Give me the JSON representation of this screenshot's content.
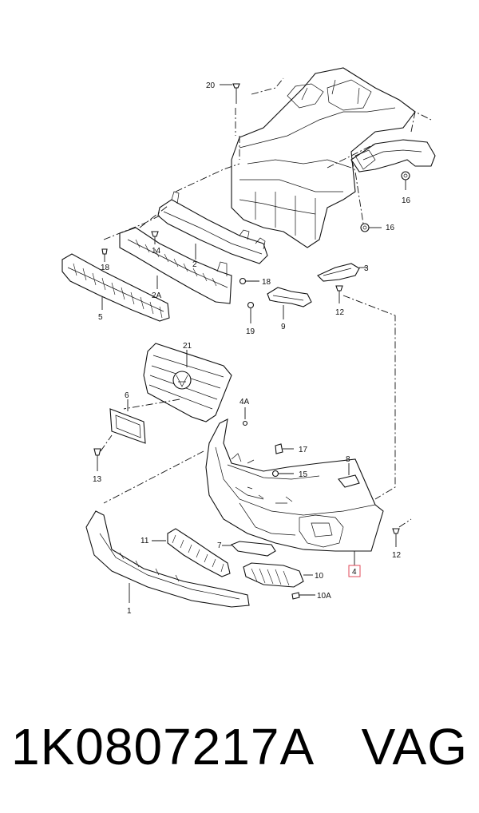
{
  "diagram": {
    "callouts": {
      "c20": "20",
      "c16a": "16",
      "c16b": "16",
      "c3": "3",
      "c12a": "12",
      "c18a": "18",
      "c14": "14",
      "c2": "2",
      "c18b": "18",
      "c2a": "2A",
      "c5": "5",
      "c19": "19",
      "c9": "9",
      "c21": "21",
      "c6": "6",
      "c4a": "4A",
      "c17": "17",
      "c15": "15",
      "c8": "8",
      "c13": "13",
      "c11": "11",
      "c7": "7",
      "c4": "4",
      "c12b": "12",
      "c10": "10",
      "c10a": "10A",
      "c1": "1"
    },
    "highlight_color": "#e04a5a"
  },
  "footer": {
    "part_number": "1K0807217A",
    "brand": "VAG"
  }
}
